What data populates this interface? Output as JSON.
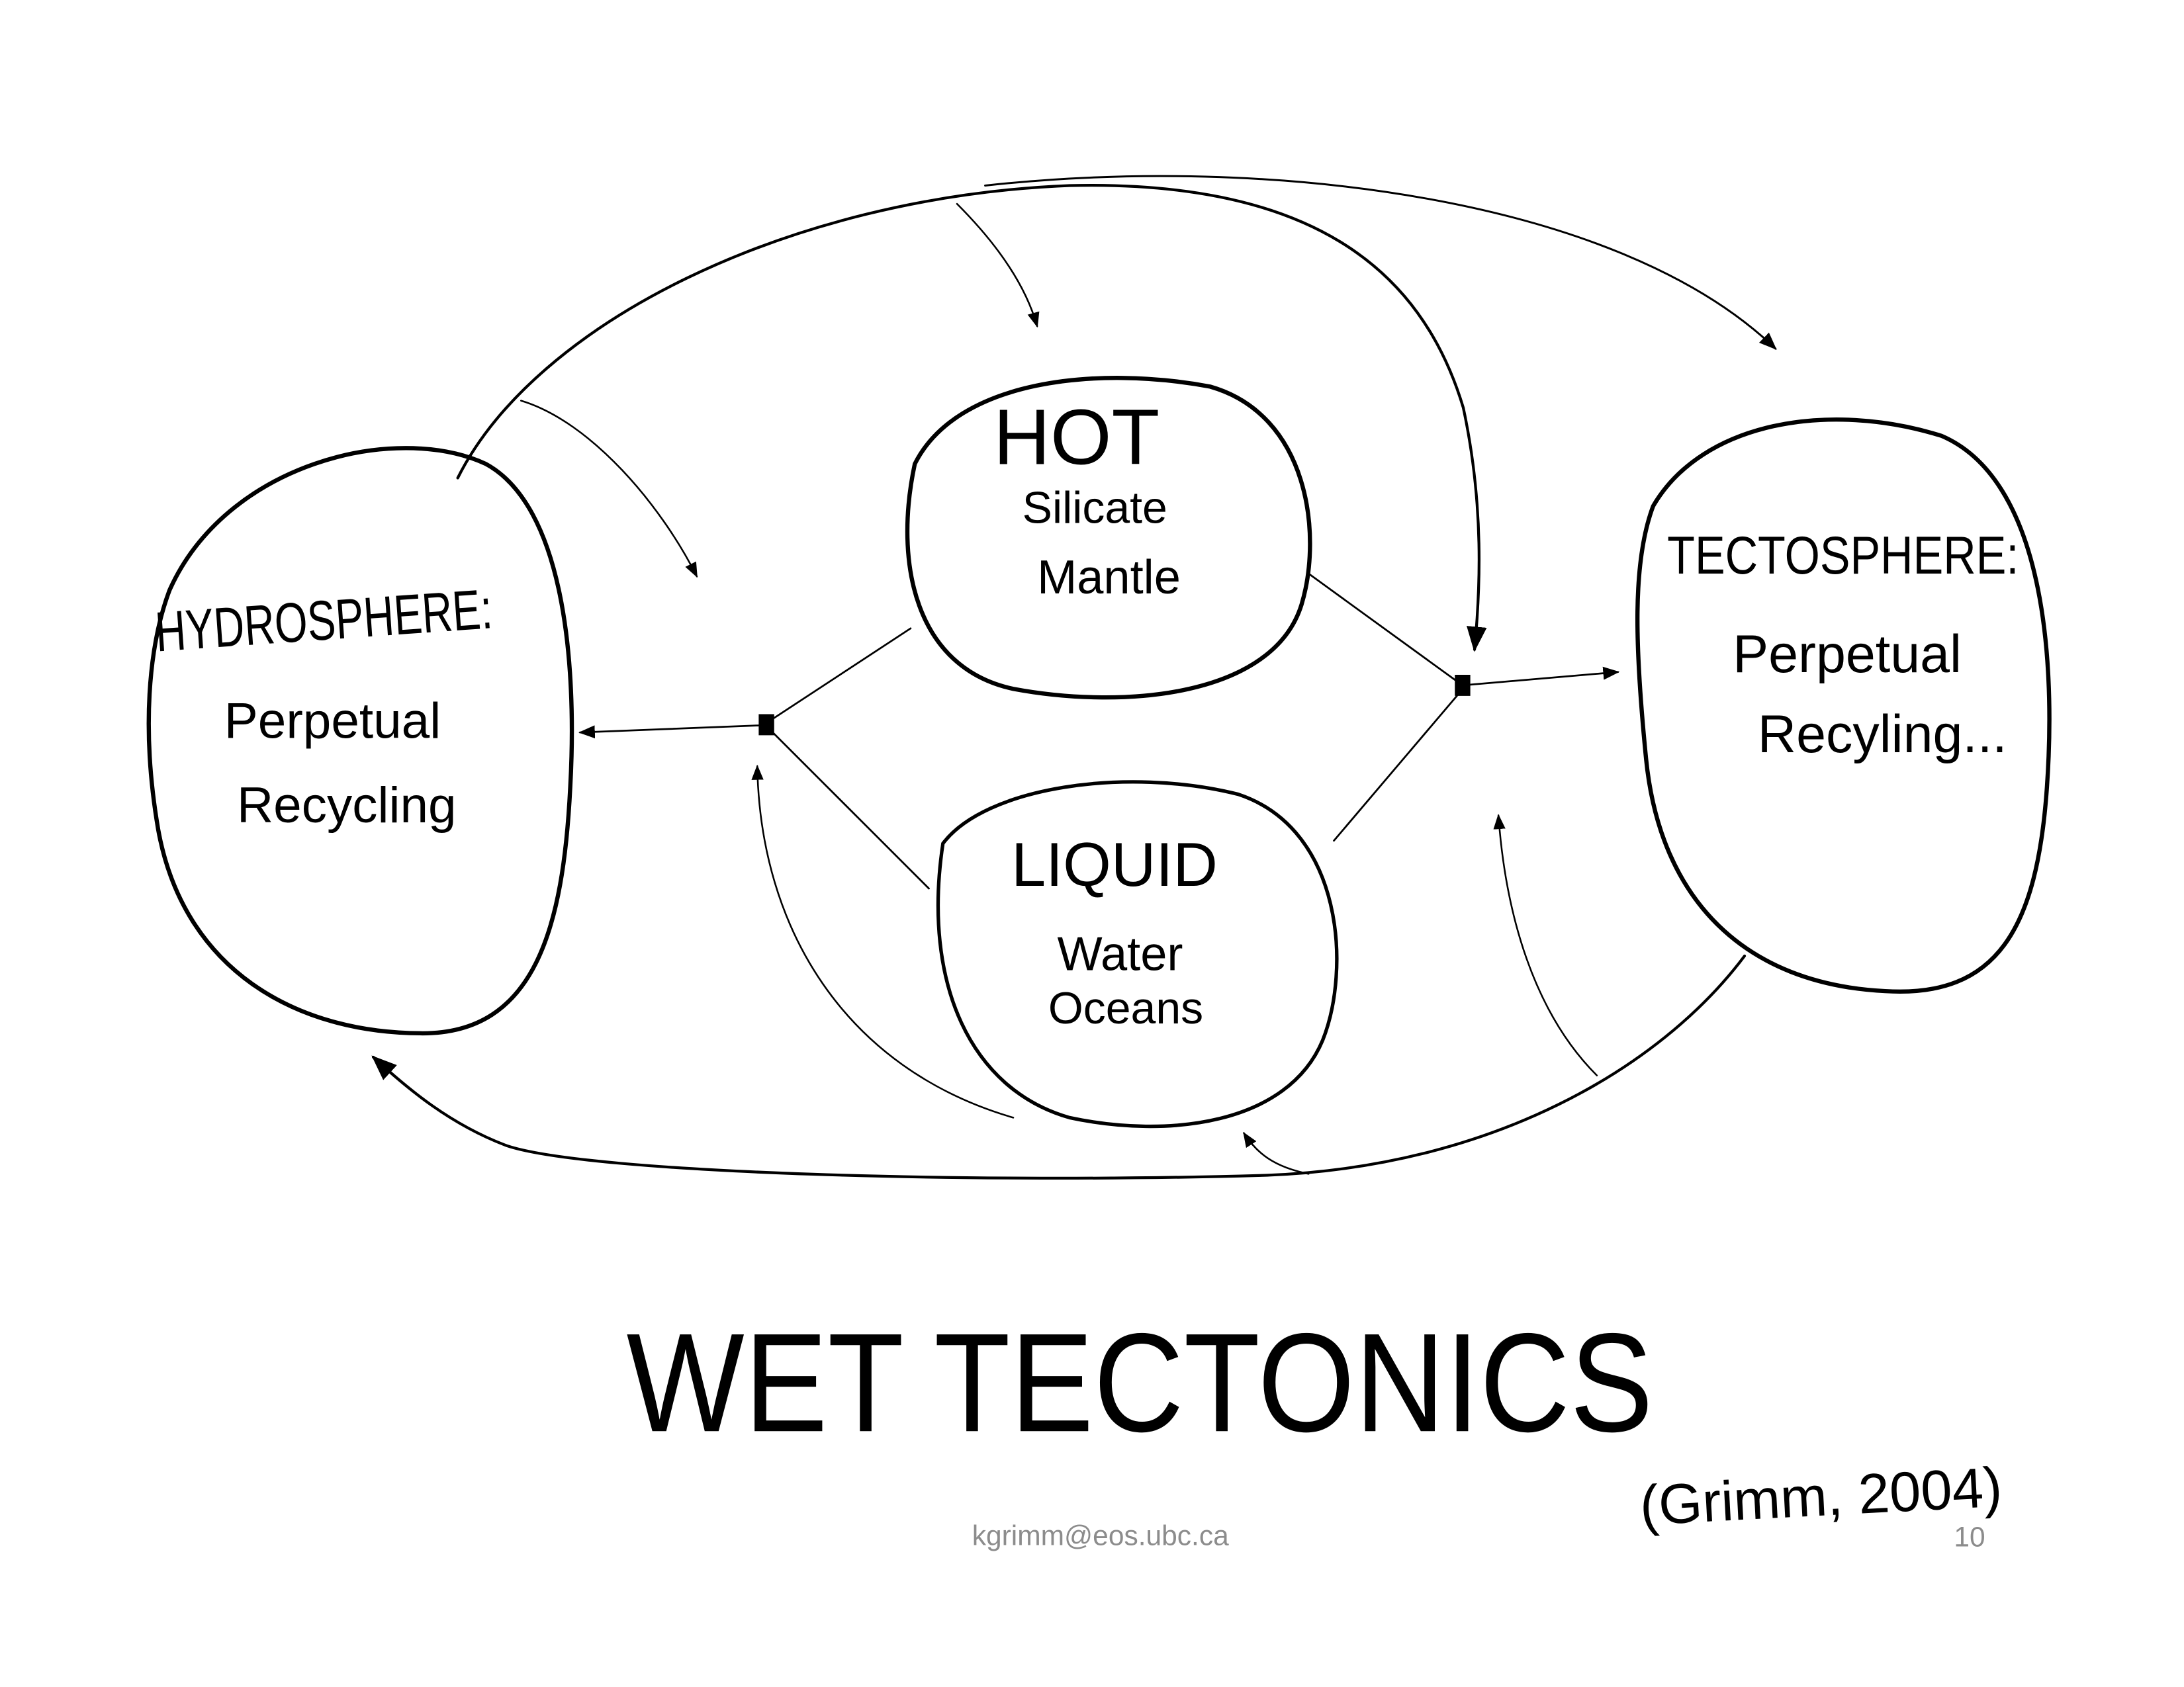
{
  "diagram": {
    "title": "WET TECTONICS",
    "citation": "(Grimm, 2004)",
    "nodes": {
      "hydrosphere": {
        "heading": "HYDROSPHERE:",
        "line1": "Perpetual",
        "line2": "Recycling"
      },
      "hot": {
        "heading": "HOT",
        "line1": "Silicate",
        "line2": "Mantle"
      },
      "liquid": {
        "heading": "LIQUID",
        "line1": "Water",
        "line2": "Oceans"
      },
      "tectosphere": {
        "heading": "TECTOSPHERE:",
        "line1": "Perpetual",
        "line2": "Recyling..."
      }
    }
  },
  "footer": {
    "email": "kgrimm@eos.ubc.ca",
    "page_number": "10"
  },
  "colors": {
    "ink": "#000000",
    "footer_text": "#8c8c8c",
    "background": "#ffffff"
  }
}
